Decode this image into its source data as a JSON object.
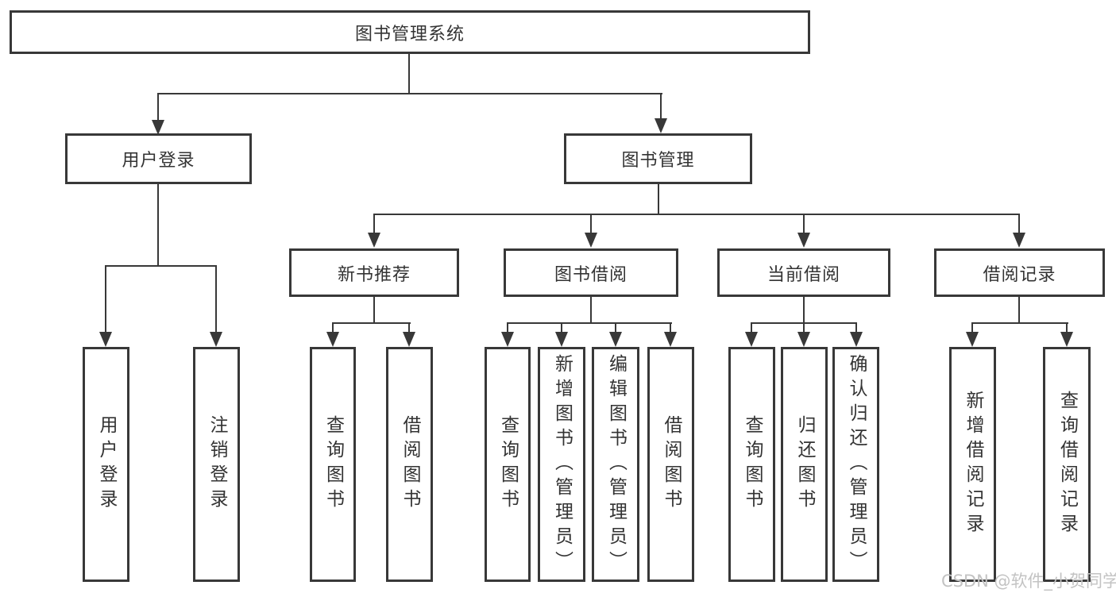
{
  "tree": {
    "label": "图书管理系统",
    "children": [
      {
        "label": "用户登录",
        "children": [
          {
            "label": "用户登录"
          },
          {
            "label": "注销登录"
          }
        ]
      },
      {
        "label": "图书管理",
        "children": [
          {
            "label": "新书推荐",
            "children": [
              {
                "label": "查询图书"
              },
              {
                "label": "借阅图书"
              }
            ]
          },
          {
            "label": "图书借阅",
            "children": [
              {
                "label": "查询图书"
              },
              {
                "label": "新增图书（管理员）"
              },
              {
                "label": "编辑图书（管理员）"
              },
              {
                "label": "借阅图书"
              }
            ]
          },
          {
            "label": "当前借阅",
            "children": [
              {
                "label": "查询图书"
              },
              {
                "label": "归还图书"
              },
              {
                "label": "确认归还（管理员）"
              }
            ]
          },
          {
            "label": "借阅记录",
            "children": [
              {
                "label": "新增借阅记录"
              },
              {
                "label": "查询借阅记录"
              }
            ]
          }
        ]
      }
    ]
  },
  "watermark": {
    "text": "CSDN @软件_小贺同学"
  },
  "colors": {
    "line": "#383838",
    "text": "#333333",
    "watermark": "#c3c3c3"
  }
}
